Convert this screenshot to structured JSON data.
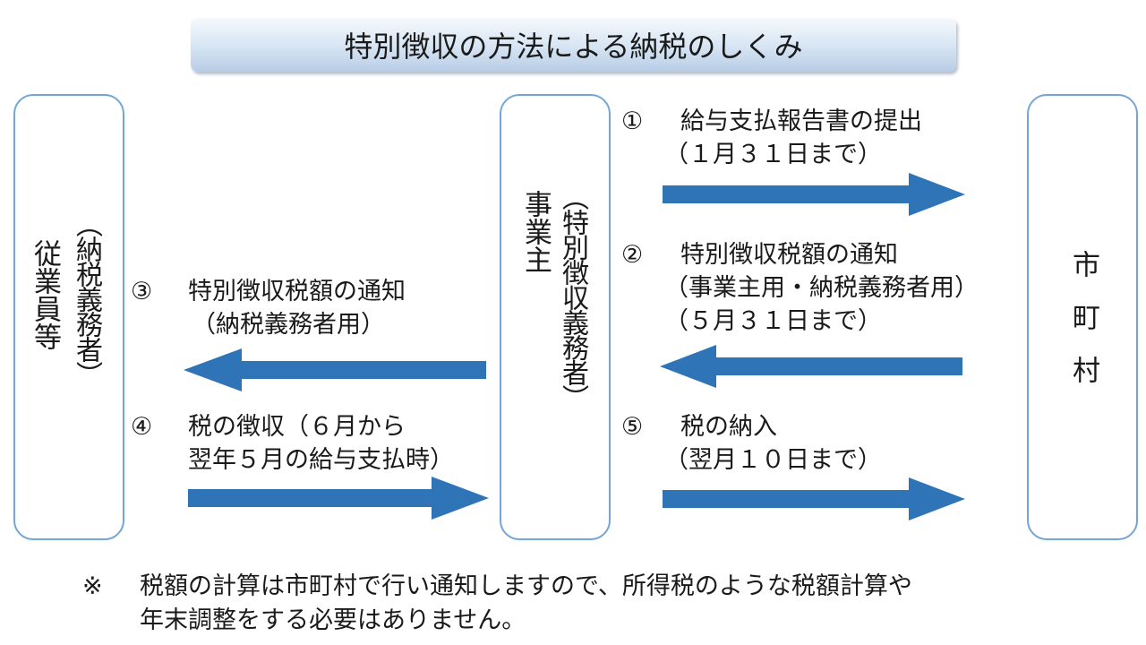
{
  "title": "特別徴収の方法による納税のしくみ",
  "parties": {
    "employee": {
      "main": "従業員等",
      "sub": "（納税義務者）"
    },
    "employer": {
      "main": "事業主",
      "sub": "（特別徴収義務者）"
    },
    "city": {
      "main": "市町村"
    }
  },
  "flows": {
    "step1": {
      "num": "①",
      "line1": "給与支払報告書の提出",
      "line2": "（１月３１日まで）"
    },
    "step2": {
      "num": "②",
      "line1": "特別徴収税額の通知",
      "line2": "（事業主用・納税義務者用）",
      "line3": "（５月３１日まで）"
    },
    "step3": {
      "num": "③",
      "line1": "特別徴収税額の通知",
      "line2": "（納税義務者用）"
    },
    "step4": {
      "num": "④",
      "line1": "税の徴収（６月から",
      "line2": "翌年５月の給与支払時）"
    },
    "step5": {
      "num": "⑤",
      "line1": "税の納入",
      "line2": "（翌月１０日まで）"
    }
  },
  "note": {
    "mark": "※",
    "line1": "税額の計算は市町村で行い通知しますので、所得税のような税額計算や",
    "line2": "年末調整をする必要はありません。"
  },
  "colors": {
    "arrow": "#2e74b6",
    "box_border": "#73a6d6",
    "title_gradient_bottom": "#b7cde6"
  }
}
